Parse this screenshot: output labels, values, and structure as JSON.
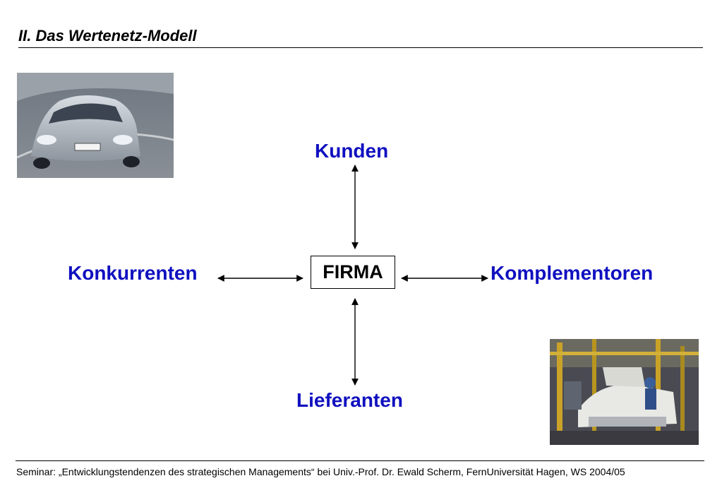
{
  "slide": {
    "title": "II. Das Wertenetz-Modell",
    "footer": "Seminar: „Entwicklungstendenzen des strategischen Managements“ bei Univ.-Prof. Dr. Ewald Scherm, FernUniversität Hagen, WS 2004/05"
  },
  "diagram": {
    "center": "FIRMA",
    "top": "Kunden",
    "left": "Konkurrenten",
    "right": "Komplementoren",
    "bottom": "Lieferanten",
    "node_color": "#1010c0"
  },
  "images": {
    "top_left": "car-photo",
    "bottom_right": "factory-assembly-photo"
  }
}
